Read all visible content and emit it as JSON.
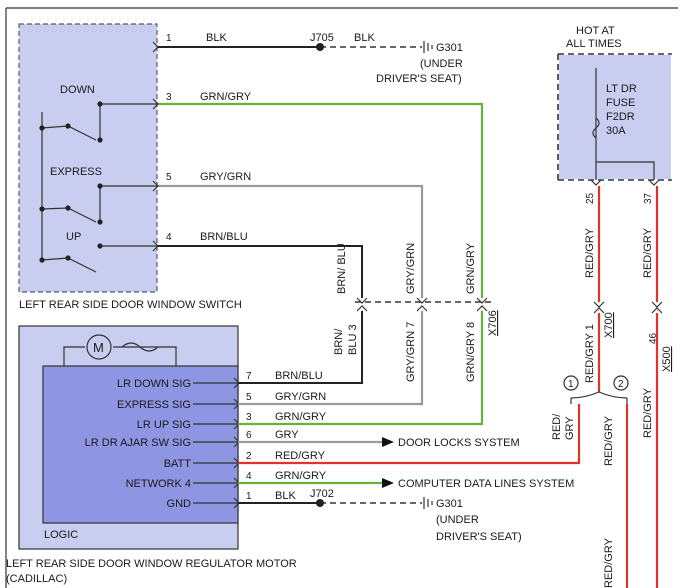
{
  "switch": {
    "name": "LEFT REAR SIDE DOOR WINDOW SWITCH",
    "positions": {
      "down": "DOWN",
      "express": "EXPRESS",
      "up": "UP"
    }
  },
  "fuse_block": {
    "hot_line1": "HOT AT",
    "hot_line2": "ALL TIMES",
    "line1": "LT DR",
    "line2": "FUSE",
    "line3": "F2DR",
    "line4": "30A",
    "pin_a": "25",
    "pin_b": "37"
  },
  "motor": {
    "name_line1": "LEFT REAR SIDE DOOR WINDOW REGULATOR MOTOR",
    "name_line2": "(CADILLAC)",
    "logic_label": "LOGIC",
    "motor_symbol": "M",
    "signals": [
      "LR DOWN SIG",
      "EXPRESS SIG",
      "LR UP SIG",
      "LR DR AJAR SW SIG",
      "BATT",
      "NETWORK 4",
      "GND"
    ]
  },
  "switch_wires": [
    {
      "pin": "1",
      "color": "BLK"
    },
    {
      "pin": "3",
      "color": "GRN/GRY"
    },
    {
      "pin": "5",
      "color": "GRY/GRN"
    },
    {
      "pin": "4",
      "color": "BRN/BLU"
    }
  ],
  "ground_top": {
    "color2": "BLK",
    "splice": "J705",
    "ground": "G301",
    "loc1": "(UNDER",
    "loc2": "DRIVER'S SEAT)"
  },
  "motor_wires": [
    {
      "pin": "7",
      "color": "BRN/BLU"
    },
    {
      "pin": "5",
      "color": "GRY/GRN"
    },
    {
      "pin": "3",
      "color": "GRN/GRY"
    },
    {
      "pin": "6",
      "color": "GRY"
    },
    {
      "pin": "2",
      "color": "RED/GRY"
    },
    {
      "pin": "4",
      "color": "GRN/GRY"
    },
    {
      "pin": "1",
      "color": "BLK"
    }
  ],
  "ground_bottom": {
    "splice": "J702",
    "ground": "G301",
    "loc1": "(UNDER",
    "loc2": "DRIVER'S SEAT)"
  },
  "systems": {
    "door_locks": "DOOR LOCKS SYSTEM",
    "data_lines": "COMPUTER DATA LINES SYSTEM"
  },
  "x706": {
    "connector": "X706",
    "upper": [
      "BRN/ BLU",
      "GRY/GRN",
      "GRN/GRY"
    ],
    "lower1": [
      "BRN/",
      "GRY/GRN 7",
      "GRN/GRY 8"
    ],
    "lower2": "BLU 3"
  },
  "x700": {
    "connector": "X700",
    "upper": "RED/GRY",
    "lower": "RED/GRY 1"
  },
  "x500": {
    "connector": "X500",
    "upper": "RED/GRY",
    "pin": "46"
  },
  "option_circles": {
    "a": "1",
    "b": "2"
  },
  "right_red_labels": {
    "a1": "RED/",
    "a2": "GRY",
    "b": "RED/GRY",
    "c": "RED/GRY",
    "d": "RED/GRY"
  }
}
